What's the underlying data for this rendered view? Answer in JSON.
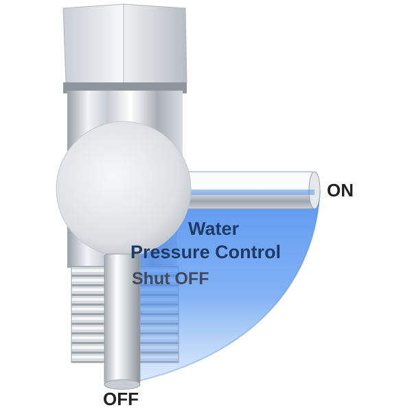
{
  "labels": {
    "on": "ON",
    "off": "OFF"
  },
  "overlay": {
    "line1": "Water",
    "line2": "Pressure Control",
    "line3": "Shut OFF"
  },
  "colors": {
    "arc_fill": "#4a8ff0",
    "arc_dark": "#2f74e0",
    "chrome_light": "#f4f6f8",
    "chrome_dark": "#8a9099",
    "background": "#ffffff"
  }
}
